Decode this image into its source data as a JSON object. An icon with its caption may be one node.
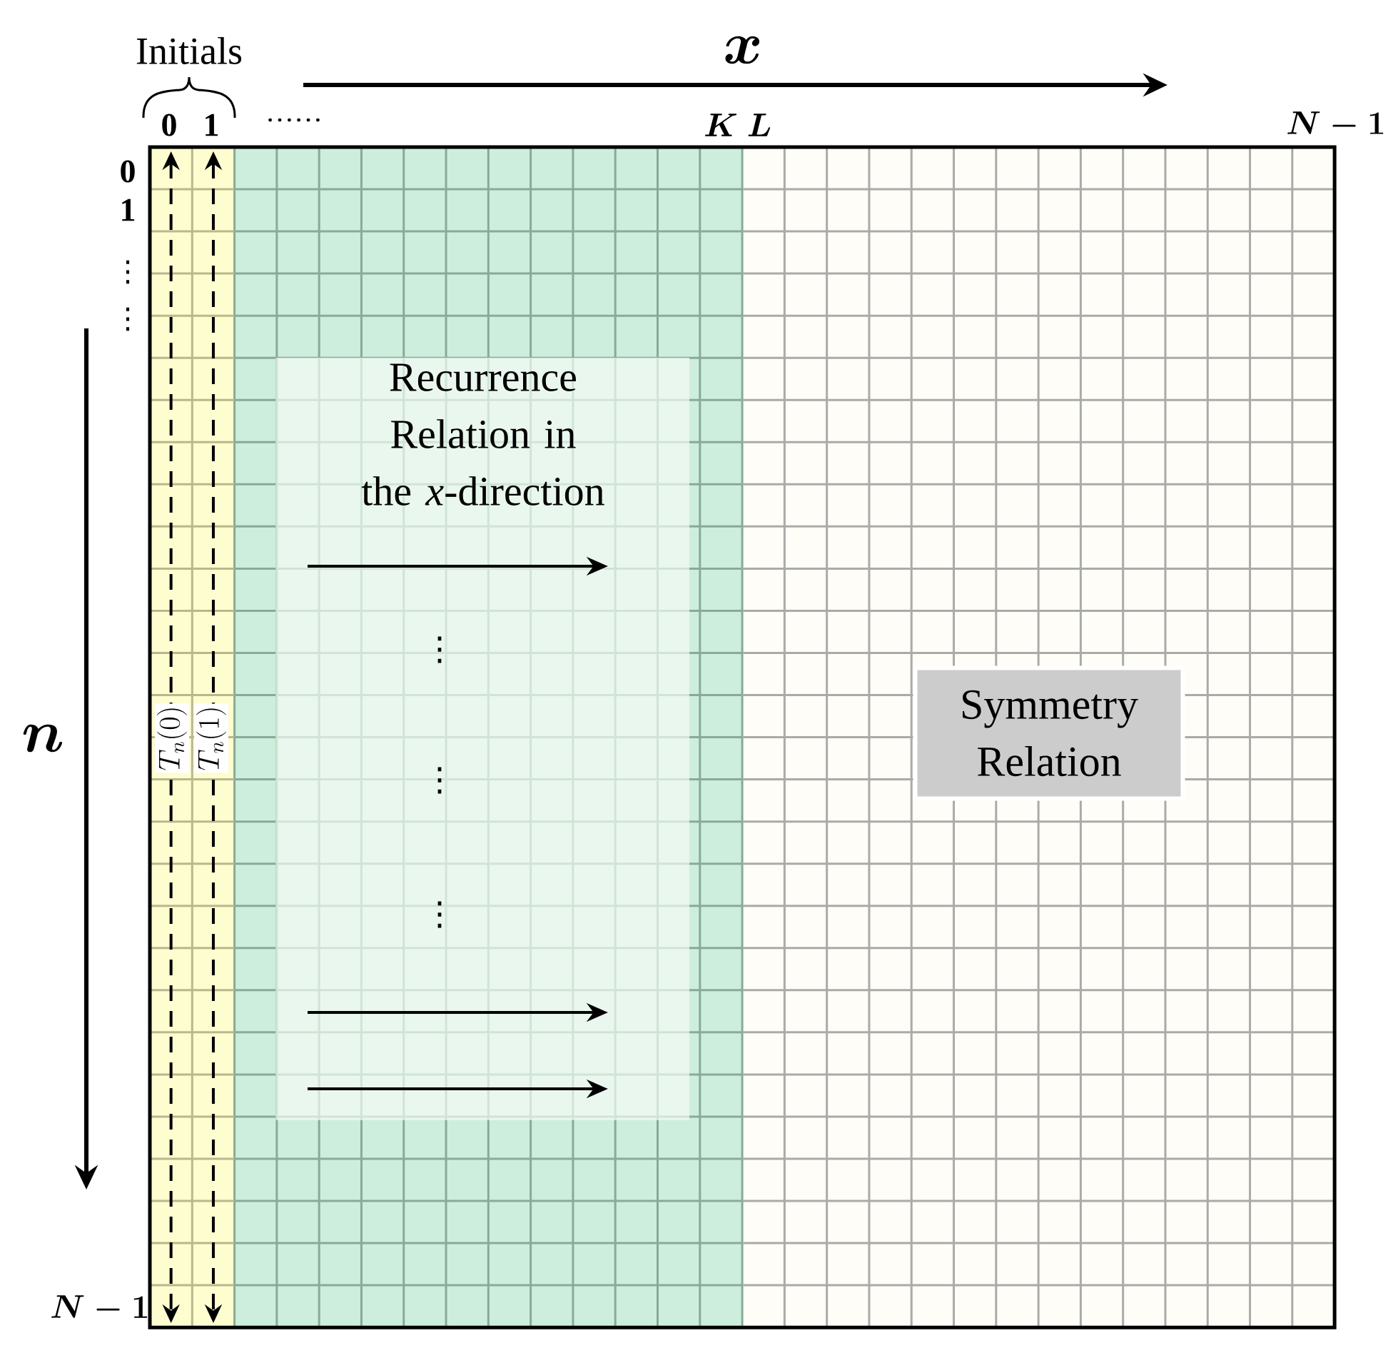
{
  "diagram": {
    "nodes": [
      {
        "text": [
          "Recurrence Relation in the *x*-direction"
        ]
      },
      {
        "text": [
          "Symmetry Relation"
        ]
      }
    ],
    "labels": [
      "Initials",
      "x",
      "0",
      "1",
      "……",
      "K",
      "L",
      "N-1",
      "0",
      "1",
      "⋮",
      "⋮",
      "n",
      "T_n(0)",
      "T_n(1)",
      "⋮",
      "⋮",
      "⋮",
      "N-1"
    ]
  }
}
